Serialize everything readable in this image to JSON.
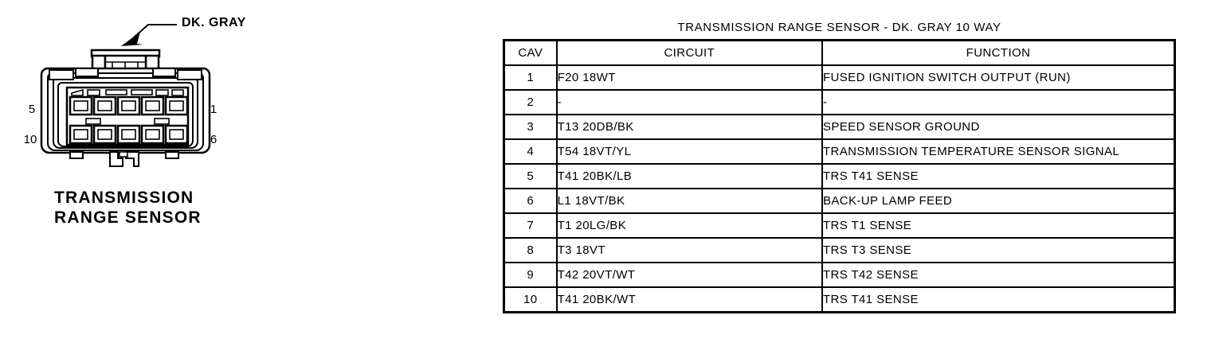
{
  "connector": {
    "callout_label": "DK. GRAY",
    "caption_line1": "TRANSMISSION",
    "caption_line2": "RANGE SENSOR",
    "pin_top_left": "5",
    "pin_bottom_left": "10",
    "pin_top_right": "1",
    "pin_bottom_right": "6",
    "cavity_count": 10,
    "rows": 2,
    "columns": 5,
    "outline_color": "#000000",
    "fill_color": "#ffffff"
  },
  "table": {
    "title": "TRANSMISSION RANGE SENSOR - DK. GRAY 10 WAY",
    "headers": [
      "CAV",
      "CIRCUIT",
      "FUNCTION"
    ],
    "rows": [
      {
        "cav": "1",
        "circuit": "F20 18WT",
        "function": "FUSED IGNITION SWITCH OUTPUT (RUN)"
      },
      {
        "cav": "2",
        "circuit": "-",
        "function": "-"
      },
      {
        "cav": "3",
        "circuit": "T13 20DB/BK",
        "function": "SPEED SENSOR GROUND"
      },
      {
        "cav": "4",
        "circuit": "T54 18VT/YL",
        "function": "TRANSMISSION TEMPERATURE SENSOR SIGNAL"
      },
      {
        "cav": "5",
        "circuit": "T41 20BK/LB",
        "function": "TRS T41 SENSE"
      },
      {
        "cav": "6",
        "circuit": "L1 18VT/BK",
        "function": "BACK-UP LAMP FEED"
      },
      {
        "cav": "7",
        "circuit": "T1 20LG/BK",
        "function": "TRS T1 SENSE"
      },
      {
        "cav": "8",
        "circuit": "T3 18VT",
        "function": "TRS T3 SENSE"
      },
      {
        "cav": "9",
        "circuit": "T42 20VT/WT",
        "function": "TRS T42 SENSE"
      },
      {
        "cav": "10",
        "circuit": "T41 20BK/WT",
        "function": "TRS T41 SENSE"
      }
    ]
  }
}
